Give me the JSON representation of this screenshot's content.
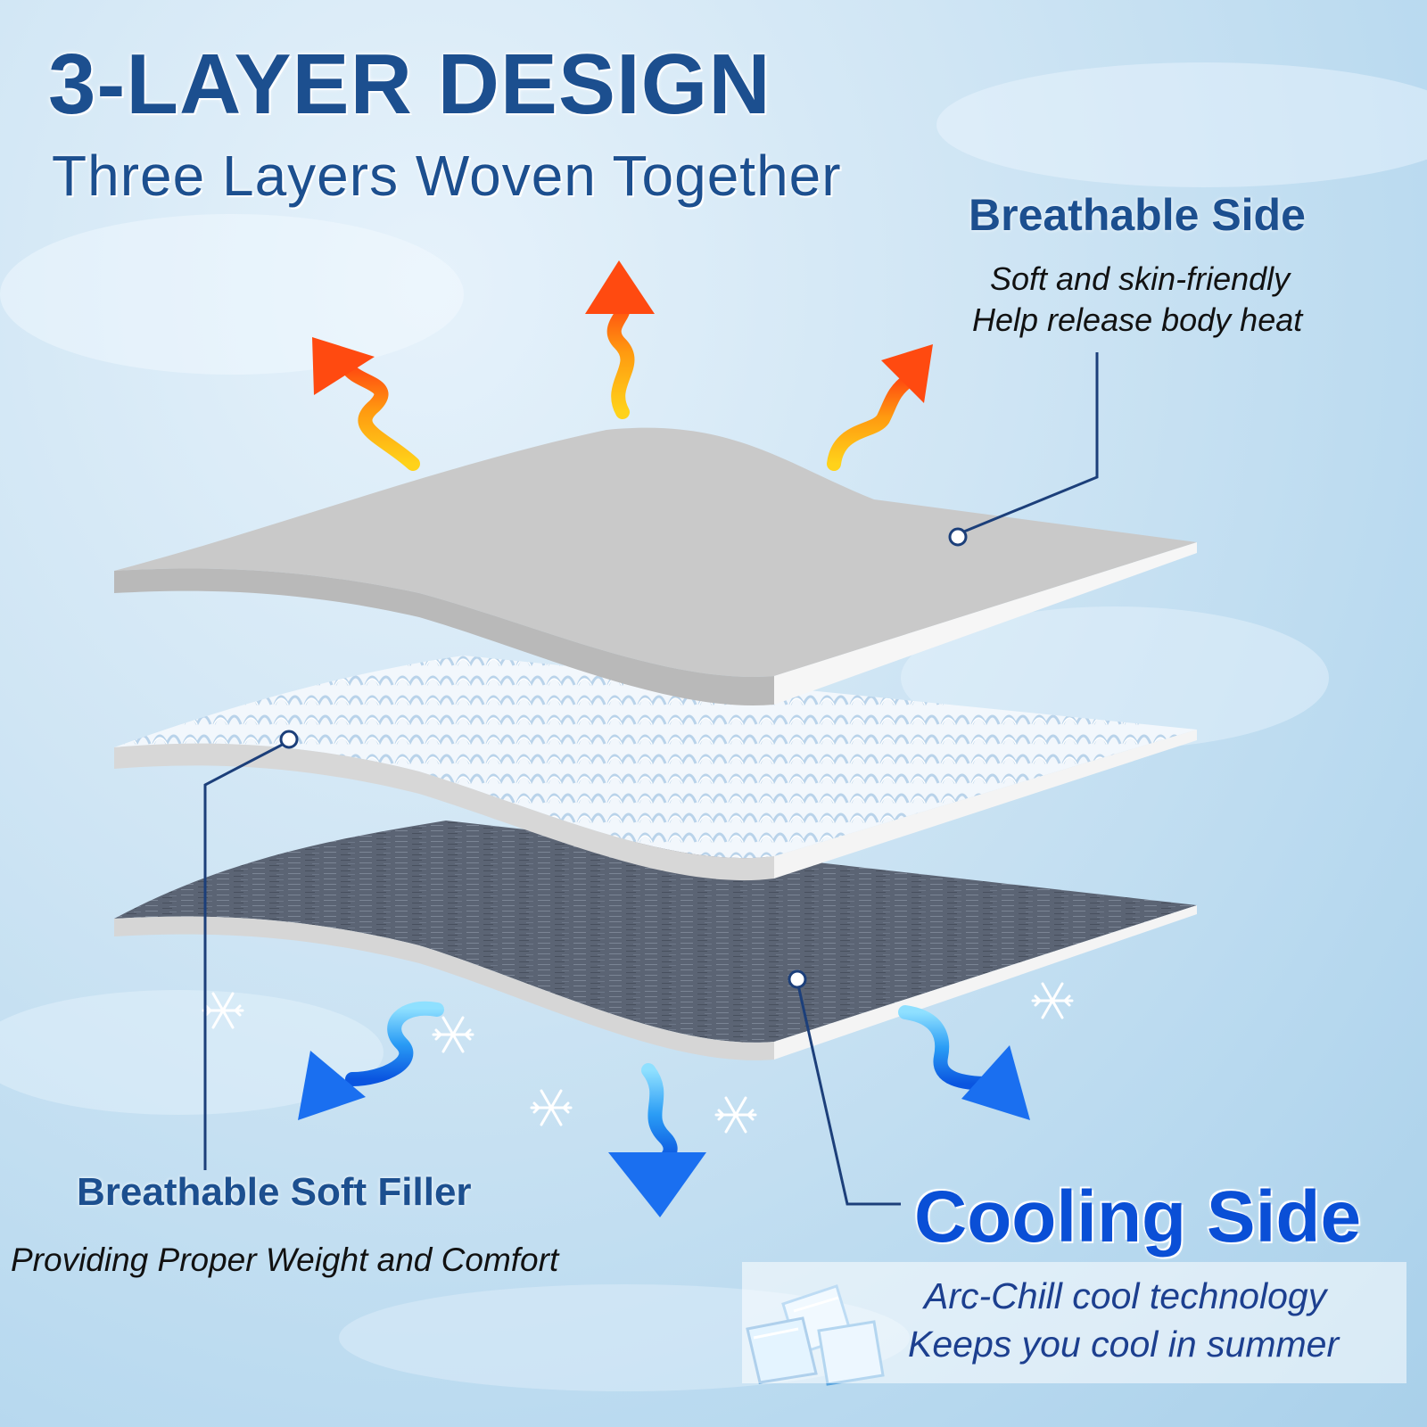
{
  "header": {
    "title": "3-LAYER DESIGN",
    "subtitle": "Three Layers Woven Together"
  },
  "callouts": {
    "breathable_side": {
      "title": "Breathable Side",
      "lines": [
        "Soft and skin-friendly",
        "Help release body heat"
      ]
    },
    "soft_filler": {
      "title": "Breathable Soft Filler",
      "lines": [
        "Providing Proper Weight and Comfort"
      ]
    },
    "cooling_side": {
      "title": "Cooling Side",
      "lines": [
        "Arc-Chill cool technology",
        "Keeps you cool in summer"
      ]
    }
  },
  "colors": {
    "heading": "#1c4f8f",
    "cooling_heading": "#0a4fd6",
    "heat_arrow": "#ff5a10",
    "cool_arrow": "#1a78f0",
    "top_layer": "#c9c9c9",
    "bottom_layer": "#5e6675"
  },
  "icons": [
    "heat-arrow-icon",
    "cool-arrow-icon",
    "snowflake-icon",
    "ice-cubes-icon"
  ]
}
